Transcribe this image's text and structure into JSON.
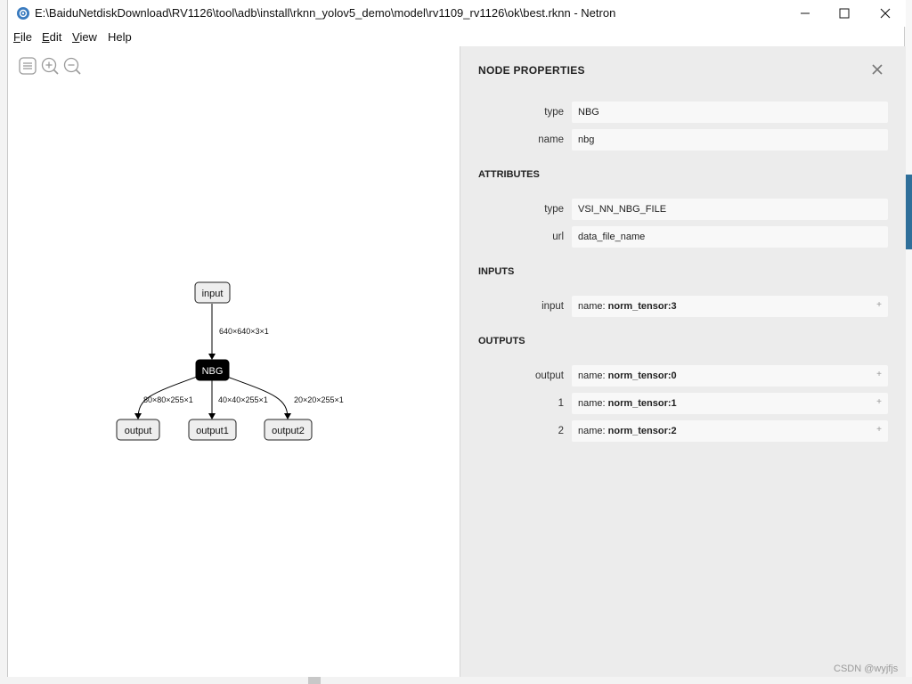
{
  "window": {
    "title": "E:\\BaiduNetdiskDownload\\RV1126\\tool\\adb\\install\\rknn_yolov5_demo\\model\\rv1109_rv1126\\ok\\best.rknn - Netron"
  },
  "menu": {
    "file_accel": "F",
    "file_rest": "ile",
    "edit_accel": "E",
    "edit_rest": "dit",
    "view_accel": "V",
    "view_rest": "iew",
    "help": "Help"
  },
  "graph": {
    "nodes": {
      "input": "input",
      "nbg": "NBG",
      "output0": "output",
      "output1": "output1",
      "output2": "output2"
    },
    "edges": {
      "input_nbg": "640×640×3×1",
      "nbg_output0": "80×80×255×1",
      "nbg_output1": "40×40×255×1",
      "nbg_output2": "20×20×255×1"
    }
  },
  "properties": {
    "title": "NODE PROPERTIES",
    "node": [
      {
        "label": "type",
        "value": "NBG"
      },
      {
        "label": "name",
        "value": "nbg"
      }
    ],
    "attributes_title": "ATTRIBUTES",
    "attributes": [
      {
        "label": "type",
        "value": "VSI_NN_NBG_FILE"
      },
      {
        "label": "url",
        "value": "data_file_name"
      }
    ],
    "inputs_title": "INPUTS",
    "inputs": [
      {
        "label": "input",
        "prefix": "name: ",
        "value": "norm_tensor:3",
        "expand": "+"
      }
    ],
    "outputs_title": "OUTPUTS",
    "outputs": [
      {
        "label": "output",
        "prefix": "name: ",
        "value": "norm_tensor:0",
        "expand": "+"
      },
      {
        "label": "1",
        "prefix": "name: ",
        "value": "norm_tensor:1",
        "expand": "+"
      },
      {
        "label": "2",
        "prefix": "name: ",
        "value": "norm_tensor:2",
        "expand": "+"
      }
    ]
  },
  "watermark": "CSDN @wyjfjs"
}
